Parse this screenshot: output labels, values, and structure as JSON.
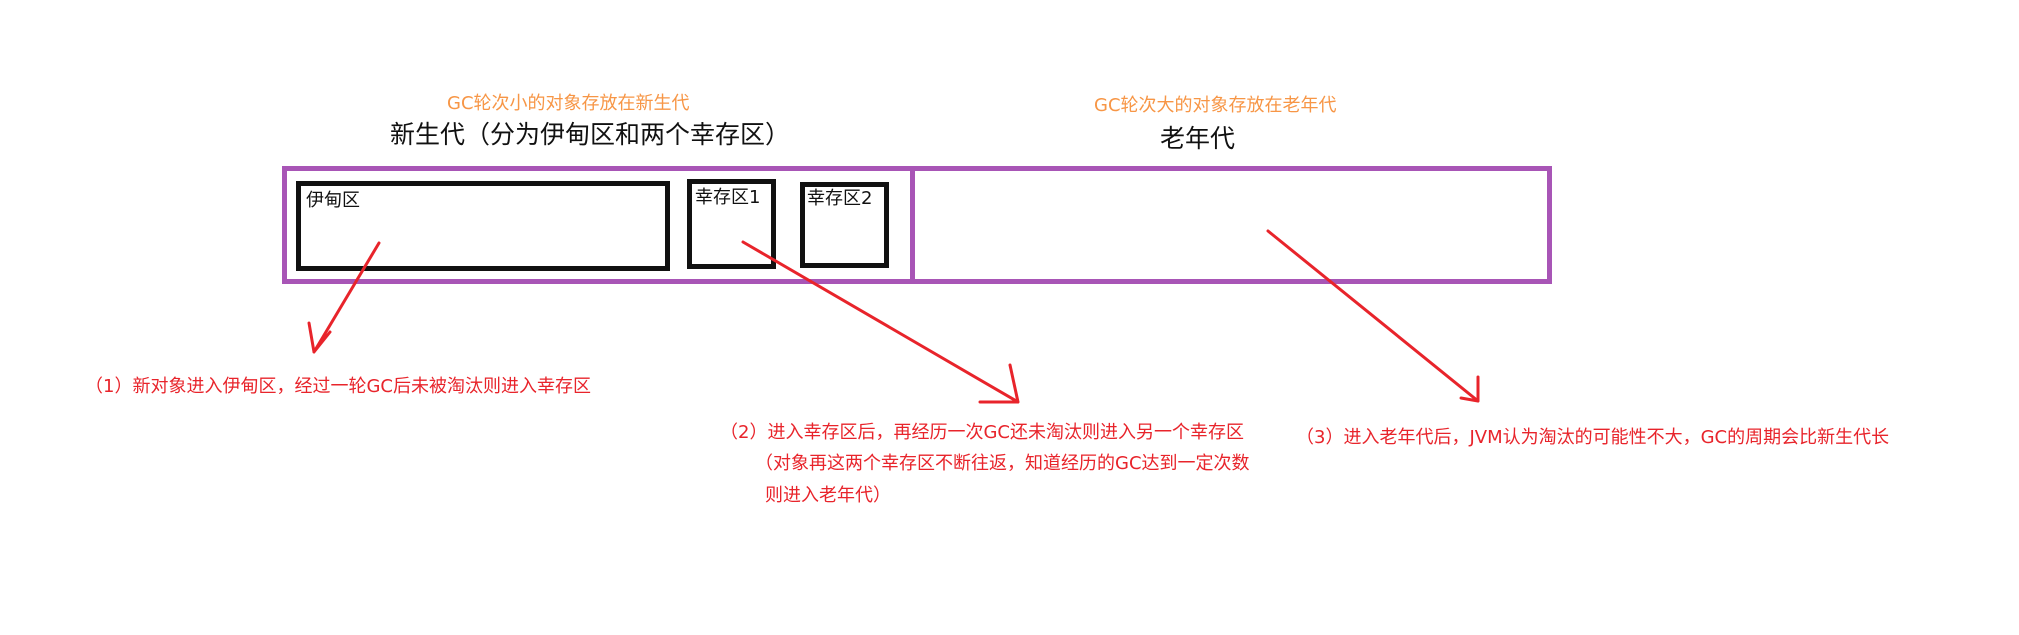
{
  "young_gen": {
    "note": "GC轮次小的对象存放在新生代",
    "title": "新生代（分为伊甸区和两个幸存区）",
    "eden_label": "伊甸区",
    "survivor1_label": "幸存区1",
    "survivor2_label": "幸存区2"
  },
  "old_gen": {
    "note": "GC轮次大的对象存放在老年代",
    "title": "老年代"
  },
  "annotations": {
    "step1": "（1）新对象进入伊甸区，经过一轮GC后未被淘汰则进入幸存区",
    "step2_line1": "（2）进入幸存区后，再经历一次GC还未淘汰则进入另一个幸存区",
    "step2_line2": "（对象再这两个幸存区不断往返，知道经历的GC达到一定次数",
    "step2_line3": "则进入老年代）",
    "step3": "（3）进入老年代后，JVM认为淘汰的可能性不大，GC的周期会比新生代长"
  },
  "colors": {
    "young_old_border": "#a855b6",
    "eden_survivor_border": "#111111",
    "arrows": "#e8242b",
    "note_text": "#f79646",
    "annotation_text": "#e8242b"
  }
}
